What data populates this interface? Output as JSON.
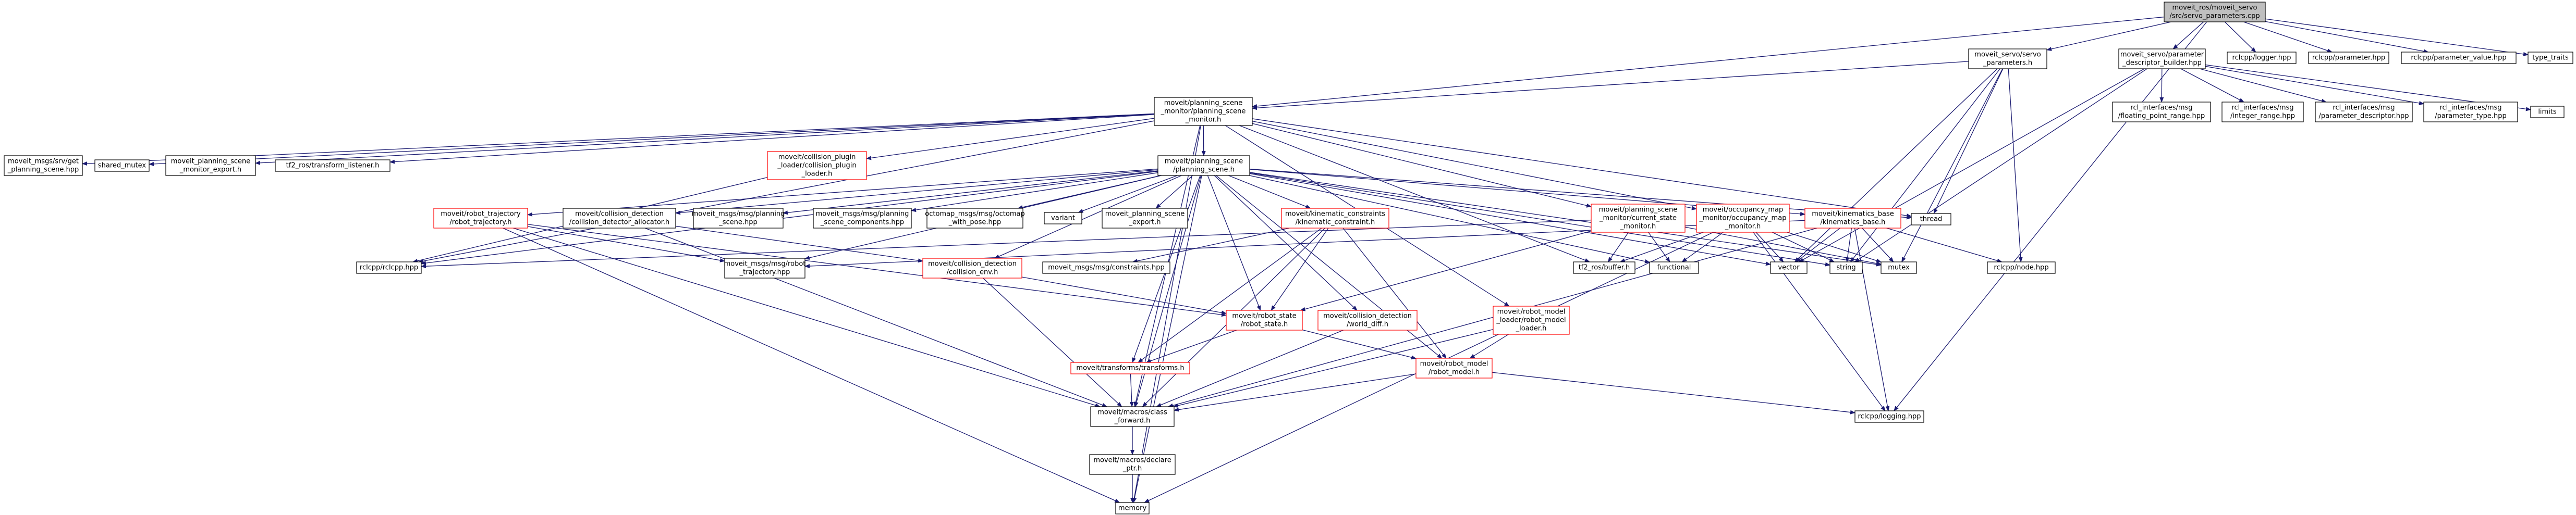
{
  "title": "moveit_ros/moveit_servo/src/servo_parameters.cpp",
  "colors": {
    "root_fill": "#bfbfbf",
    "normal_border": "#000000",
    "red_border": "#ff0000",
    "node_fill": "#ffffff",
    "edge": "#191970"
  },
  "nodes": [
    {
      "id": "root",
      "lines": [
        "moveit_ros/moveit_servo",
        "/src/servo_parameters.cpp"
      ],
      "style": "root"
    },
    {
      "id": "servo_params_h",
      "lines": [
        "moveit_servo/servo",
        "_parameters.h"
      ],
      "style": "normal"
    },
    {
      "id": "param_builder",
      "lines": [
        "moveit_servo/parameter",
        "_descriptor_builder.hpp"
      ],
      "style": "normal"
    },
    {
      "id": "rclcpp_logger",
      "lines": [
        "rclcpp/logger.hpp"
      ],
      "style": "normal"
    },
    {
      "id": "rclcpp_parameter",
      "lines": [
        "rclcpp/parameter.hpp"
      ],
      "style": "normal"
    },
    {
      "id": "rclcpp_parameter_value",
      "lines": [
        "rclcpp/parameter_value.hpp"
      ],
      "style": "normal"
    },
    {
      "id": "type_traits",
      "lines": [
        "type_traits"
      ],
      "style": "normal"
    },
    {
      "id": "psm",
      "lines": [
        "moveit/planning_scene",
        "_monitor/planning_scene",
        "_monitor.h"
      ],
      "style": "normal"
    },
    {
      "id": "fp_range",
      "lines": [
        "rcl_interfaces/msg",
        "/floating_point_range.hpp"
      ],
      "style": "normal"
    },
    {
      "id": "int_range",
      "lines": [
        "rcl_interfaces/msg",
        "/integer_range.hpp"
      ],
      "style": "normal"
    },
    {
      "id": "param_desc",
      "lines": [
        "rcl_interfaces/msg",
        "/parameter_descriptor.hpp"
      ],
      "style": "normal"
    },
    {
      "id": "param_type",
      "lines": [
        "rcl_interfaces/msg",
        "/parameter_type.hpp"
      ],
      "style": "normal"
    },
    {
      "id": "limits",
      "lines": [
        "limits"
      ],
      "style": "normal"
    },
    {
      "id": "get_ps",
      "lines": [
        "moveit_msgs/srv/get",
        "_planning_scene.hpp"
      ],
      "style": "normal"
    },
    {
      "id": "shared_mutex",
      "lines": [
        "shared_mutex"
      ],
      "style": "normal"
    },
    {
      "id": "psm_export",
      "lines": [
        "moveit_planning_scene",
        "_monitor_export.h"
      ],
      "style": "normal"
    },
    {
      "id": "tf2_listener",
      "lines": [
        "tf2_ros/transform_listener.h"
      ],
      "style": "normal"
    },
    {
      "id": "coll_plugin",
      "lines": [
        "moveit/collision_plugin",
        "_loader/collision_plugin",
        "_loader.h"
      ],
      "style": "red"
    },
    {
      "id": "ps_h",
      "lines": [
        "moveit/planning_scene",
        "/planning_scene.h"
      ],
      "style": "normal"
    },
    {
      "id": "csm",
      "lines": [
        "moveit/planning_scene",
        "_monitor/current_state",
        "_monitor.h"
      ],
      "style": "red"
    },
    {
      "id": "occ_map",
      "lines": [
        "moveit/occupancy_map",
        "_monitor/occupancy_map",
        "_monitor.h"
      ],
      "style": "red"
    },
    {
      "id": "kin_base",
      "lines": [
        "moveit/kinematics_base",
        "/kinematics_base.h"
      ],
      "style": "red"
    },
    {
      "id": "thread",
      "lines": [
        "thread"
      ],
      "style": "normal"
    },
    {
      "id": "robot_traj",
      "lines": [
        "moveit/robot_trajectory",
        "/robot_trajectory.h"
      ],
      "style": "red"
    },
    {
      "id": "cd_alloc",
      "lines": [
        "moveit/collision_detection",
        "/collision_detector_allocator.h"
      ],
      "style": "normal"
    },
    {
      "id": "msg_ps",
      "lines": [
        "moveit_msgs/msg/planning",
        "_scene.hpp"
      ],
      "style": "normal"
    },
    {
      "id": "msg_psc",
      "lines": [
        "moveit_msgs/msg/planning",
        "_scene_components.hpp"
      ],
      "style": "normal"
    },
    {
      "id": "octomap",
      "lines": [
        "octomap_msgs/msg/octomap",
        "_with_pose.hpp"
      ],
      "style": "normal"
    },
    {
      "id": "variant",
      "lines": [
        "variant"
      ],
      "style": "normal"
    },
    {
      "id": "ps_export",
      "lines": [
        "moveit_planning_scene",
        "_export.h"
      ],
      "style": "normal"
    },
    {
      "id": "kin_constraint",
      "lines": [
        "moveit/kinematic_constraints",
        "/kinematic_constraint.h"
      ],
      "style": "red"
    },
    {
      "id": "rclcpp",
      "lines": [
        "rclcpp/rclcpp.hpp"
      ],
      "style": "normal"
    },
    {
      "id": "msg_rt",
      "lines": [
        "moveit_msgs/msg/robot",
        "_trajectory.hpp"
      ],
      "style": "normal"
    },
    {
      "id": "coll_env",
      "lines": [
        "moveit/collision_detection",
        "/collision_env.h"
      ],
      "style": "red"
    },
    {
      "id": "msg_constraints",
      "lines": [
        "moveit_msgs/msg/constraints.hpp"
      ],
      "style": "normal"
    },
    {
      "id": "tf2_buffer",
      "lines": [
        "tf2_ros/buffer.h"
      ],
      "style": "normal"
    },
    {
      "id": "functional",
      "lines": [
        "functional"
      ],
      "style": "normal"
    },
    {
      "id": "vector",
      "lines": [
        "vector"
      ],
      "style": "normal"
    },
    {
      "id": "string",
      "lines": [
        "string"
      ],
      "style": "normal"
    },
    {
      "id": "mutex",
      "lines": [
        "mutex"
      ],
      "style": "normal"
    },
    {
      "id": "rclcpp_node",
      "lines": [
        "rclcpp/node.hpp"
      ],
      "style": "normal"
    },
    {
      "id": "rml",
      "lines": [
        "moveit/robot_model",
        "_loader/robot_model",
        "_loader.h"
      ],
      "style": "red"
    },
    {
      "id": "robot_state",
      "lines": [
        "moveit/robot_state",
        "/robot_state.h"
      ],
      "style": "red"
    },
    {
      "id": "world_diff",
      "lines": [
        "moveit/collision_detection",
        "/world_diff.h"
      ],
      "style": "red"
    },
    {
      "id": "transforms",
      "lines": [
        "moveit/transforms/transforms.h"
      ],
      "style": "red"
    },
    {
      "id": "robot_model",
      "lines": [
        "moveit/robot_model",
        "/robot_model.h"
      ],
      "style": "red"
    },
    {
      "id": "class_fwd",
      "lines": [
        "moveit/macros/class",
        "_forward.h"
      ],
      "style": "normal"
    },
    {
      "id": "rclcpp_logging",
      "lines": [
        "rclcpp/logging.hpp"
      ],
      "style": "normal"
    },
    {
      "id": "declare_ptr",
      "lines": [
        "moveit/macros/declare",
        "_ptr.h"
      ],
      "style": "normal"
    },
    {
      "id": "memory",
      "lines": [
        "memory"
      ],
      "style": "normal"
    }
  ],
  "edges": [
    [
      "root",
      "servo_params_h"
    ],
    [
      "root",
      "param_builder"
    ],
    [
      "root",
      "rclcpp_logger"
    ],
    [
      "root",
      "rclcpp_parameter"
    ],
    [
      "root",
      "rclcpp_parameter_value"
    ],
    [
      "root",
      "type_traits"
    ],
    [
      "root",
      "psm"
    ],
    [
      "root",
      "rclcpp_logging"
    ],
    [
      "servo_params_h",
      "psm"
    ],
    [
      "servo_params_h",
      "thread"
    ],
    [
      "servo_params_h",
      "string"
    ],
    [
      "servo_params_h",
      "mutex"
    ],
    [
      "servo_params_h",
      "rclcpp_node"
    ],
    [
      "servo_params_h",
      "vector"
    ],
    [
      "param_builder",
      "fp_range"
    ],
    [
      "param_builder",
      "int_range"
    ],
    [
      "param_builder",
      "param_desc"
    ],
    [
      "param_builder",
      "param_type"
    ],
    [
      "param_builder",
      "limits"
    ],
    [
      "param_builder",
      "string"
    ],
    [
      "param_builder",
      "vector"
    ],
    [
      "psm",
      "get_ps"
    ],
    [
      "psm",
      "shared_mutex"
    ],
    [
      "psm",
      "psm_export"
    ],
    [
      "psm",
      "tf2_listener"
    ],
    [
      "psm",
      "coll_plugin"
    ],
    [
      "psm",
      "ps_h"
    ],
    [
      "psm",
      "csm"
    ],
    [
      "psm",
      "occ_map"
    ],
    [
      "psm",
      "thread"
    ],
    [
      "psm",
      "rclcpp"
    ],
    [
      "psm",
      "memory"
    ],
    [
      "psm",
      "rml"
    ],
    [
      "psm",
      "class_fwd"
    ],
    [
      "psm",
      "tf2_buffer"
    ],
    [
      "coll_plugin",
      "rclcpp"
    ],
    [
      "ps_h",
      "robot_traj"
    ],
    [
      "ps_h",
      "cd_alloc"
    ],
    [
      "ps_h",
      "msg_ps"
    ],
    [
      "ps_h",
      "msg_psc"
    ],
    [
      "ps_h",
      "octomap"
    ],
    [
      "ps_h",
      "variant"
    ],
    [
      "ps_h",
      "ps_export"
    ],
    [
      "ps_h",
      "kin_constraint"
    ],
    [
      "ps_h",
      "rclcpp"
    ],
    [
      "ps_h",
      "coll_env"
    ],
    [
      "ps_h",
      "robot_state"
    ],
    [
      "ps_h",
      "world_diff"
    ],
    [
      "ps_h",
      "transforms"
    ],
    [
      "ps_h",
      "robot_model"
    ],
    [
      "ps_h",
      "class_fwd"
    ],
    [
      "ps_h",
      "kin_base"
    ],
    [
      "ps_h",
      "thread"
    ],
    [
      "ps_h",
      "functional"
    ],
    [
      "ps_h",
      "vector"
    ],
    [
      "ps_h",
      "string"
    ],
    [
      "ps_h",
      "mutex"
    ],
    [
      "ps_h",
      "msg_rt"
    ],
    [
      "ps_h",
      "memory"
    ],
    [
      "csm",
      "robot_state"
    ],
    [
      "csm",
      "tf2_buffer"
    ],
    [
      "csm",
      "functional"
    ],
    [
      "csm",
      "mutex"
    ],
    [
      "csm",
      "rclcpp"
    ],
    [
      "occ_map",
      "tf2_buffer"
    ],
    [
      "occ_map",
      "functional"
    ],
    [
      "occ_map",
      "vector"
    ],
    [
      "occ_map",
      "string"
    ],
    [
      "occ_map",
      "mutex"
    ],
    [
      "occ_map",
      "memory"
    ],
    [
      "occ_map",
      "rclcpp_logging"
    ],
    [
      "kin_base",
      "msg_rt"
    ],
    [
      "kin_base",
      "class_fwd"
    ],
    [
      "kin_base",
      "rclcpp_node"
    ],
    [
      "kin_base",
      "rclcpp_logging"
    ],
    [
      "kin_base",
      "string"
    ],
    [
      "kin_base",
      "vector"
    ],
    [
      "kin_base",
      "mutex"
    ],
    [
      "robot_traj",
      "msg_rt"
    ],
    [
      "robot_traj",
      "robot_state"
    ],
    [
      "robot_traj",
      "class_fwd"
    ],
    [
      "robot_traj",
      "memory"
    ],
    [
      "cd_alloc",
      "coll_env"
    ],
    [
      "cd_alloc",
      "class_fwd"
    ],
    [
      "kin_constraint",
      "msg_constraints"
    ],
    [
      "kin_constraint",
      "robot_state"
    ],
    [
      "kin_constraint",
      "transforms"
    ],
    [
      "kin_constraint",
      "robot_model"
    ],
    [
      "kin_constraint",
      "class_fwd"
    ],
    [
      "coll_env",
      "robot_state"
    ],
    [
      "coll_env",
      "class_fwd"
    ],
    [
      "robot_state",
      "robot_model"
    ],
    [
      "robot_state",
      "transforms"
    ],
    [
      "world_diff",
      "class_fwd"
    ],
    [
      "rml",
      "robot_model"
    ],
    [
      "rml",
      "class_fwd"
    ],
    [
      "transforms",
      "class_fwd"
    ],
    [
      "robot_model",
      "class_fwd"
    ],
    [
      "robot_model",
      "rclcpp_logging"
    ],
    [
      "class_fwd",
      "declare_ptr"
    ],
    [
      "declare_ptr",
      "memory"
    ]
  ]
}
